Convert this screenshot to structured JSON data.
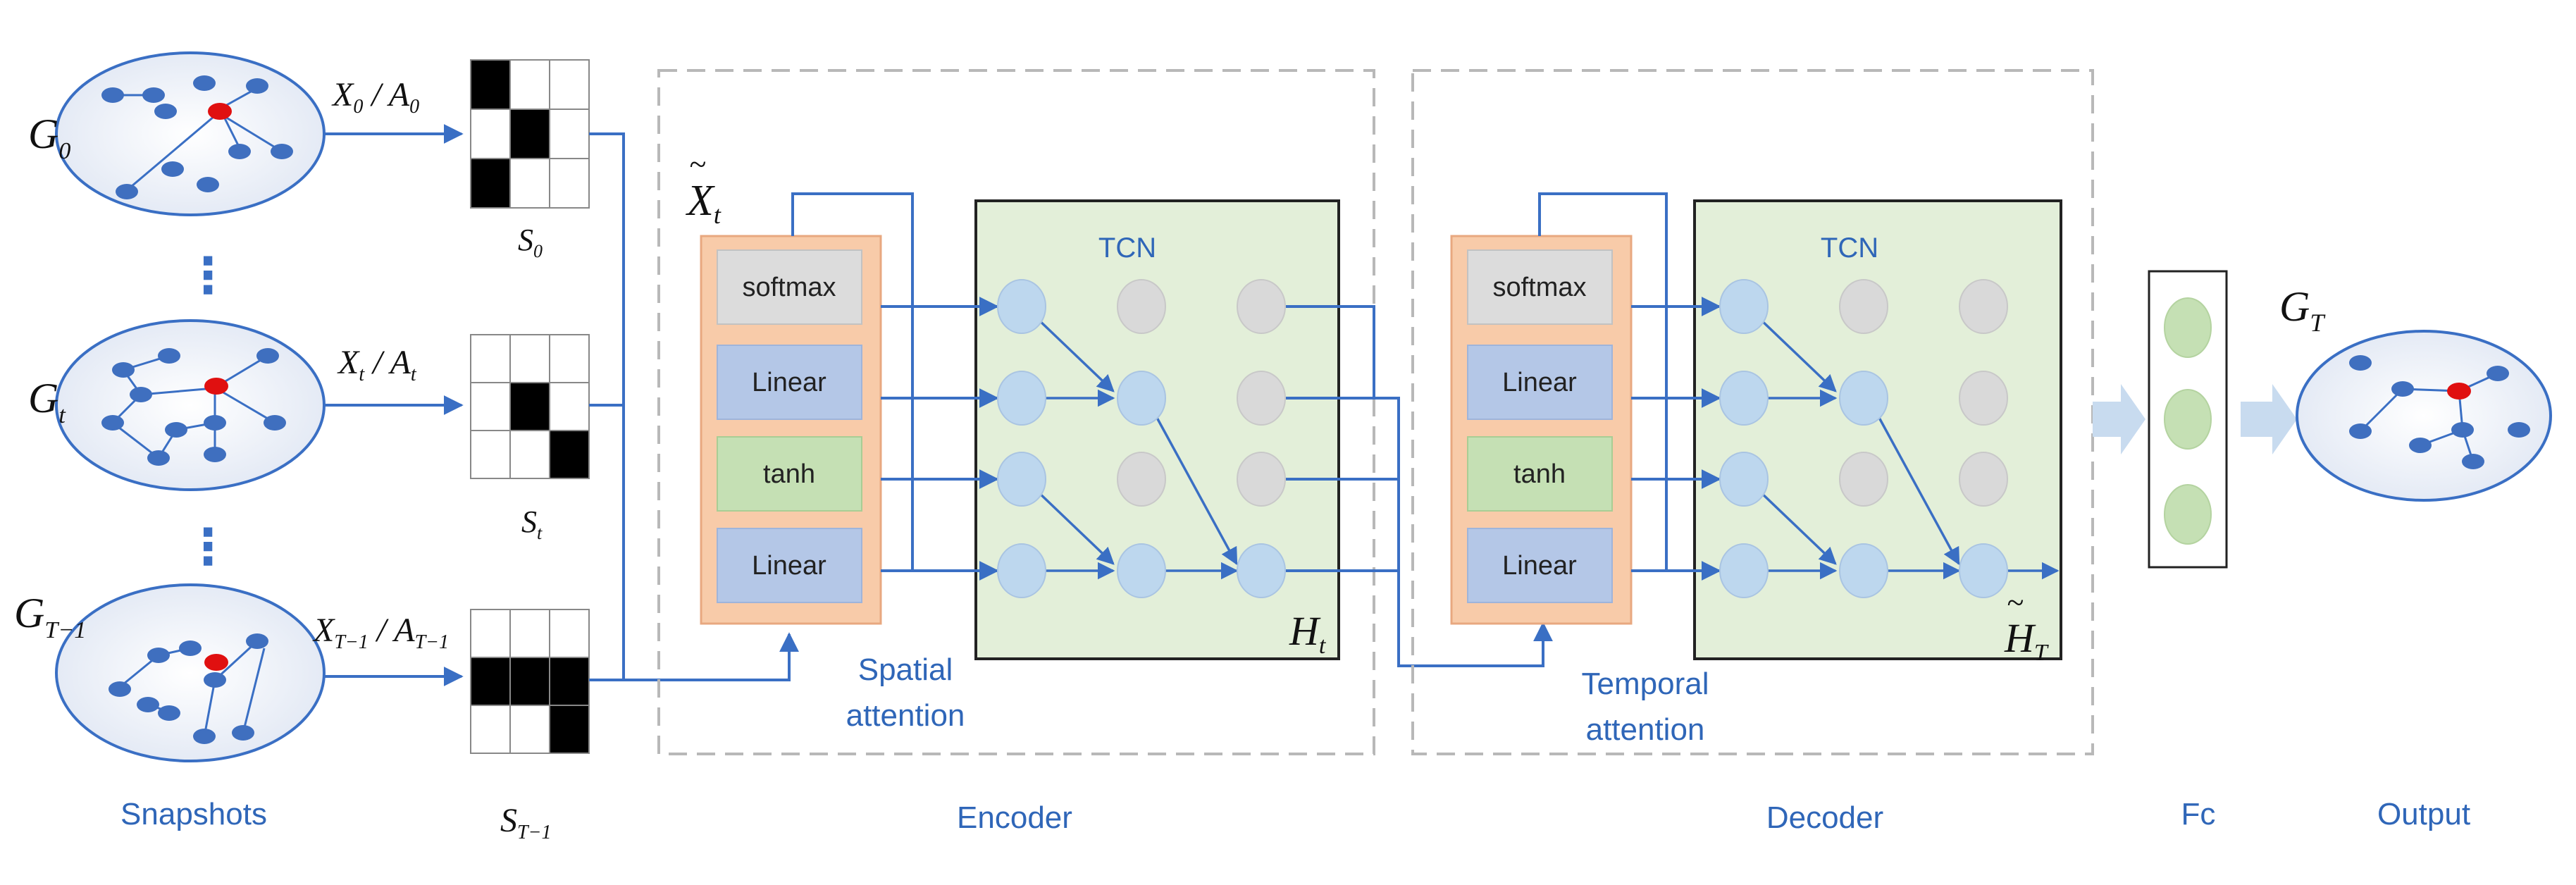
{
  "snapshots": {
    "caption": "Snapshots",
    "labels": [
      "G",
      "G",
      "G"
    ],
    "subs": [
      "0",
      "t",
      "T−1"
    ],
    "edge_labels": [
      {
        "x": "X",
        "xs": "0",
        "a": "A",
        "as": "0"
      },
      {
        "x": "X",
        "xs": "t",
        "a": "A",
        "as": "t"
      },
      {
        "x": "X",
        "xs": "T−1",
        "a": "A",
        "as": "T−1"
      }
    ],
    "dots": [
      "⋮",
      "⋮"
    ]
  },
  "matrices": {
    "labels": [
      "S",
      "S",
      "S"
    ],
    "subs": [
      "0",
      "t",
      "T−1"
    ]
  },
  "encoder": {
    "caption": "Encoder",
    "input_label": "X",
    "input_sub": "t",
    "attention_caption_line1": "Spatial",
    "attention_caption_line2": "attention",
    "stack": [
      "softmax",
      "Linear",
      "tanh",
      "Linear"
    ],
    "tcn_label": "TCN",
    "output_label": "H",
    "output_sub": "t"
  },
  "decoder": {
    "caption": "Decoder",
    "attention_caption_line1": "Temporal",
    "attention_caption_line2": "attention",
    "stack": [
      "softmax",
      "Linear",
      "tanh",
      "Linear"
    ],
    "tcn_label": "TCN",
    "output_label": "H",
    "output_sub": "T"
  },
  "fc": {
    "caption": "Fc"
  },
  "output": {
    "caption": "Output",
    "label": "G",
    "sub": "T"
  },
  "colors": {
    "line": "#3a6fc4",
    "node": "#3f6fbf",
    "highlight_node": "#e01010",
    "tcn_bg": "#e3efd9",
    "attention_bg": "#f8cba9",
    "softmax_bg": "#dcdcdc",
    "linear_bg": "#b4c7e7",
    "tanh_bg": "#c5e0b4",
    "caption": "#2f66b8"
  }
}
